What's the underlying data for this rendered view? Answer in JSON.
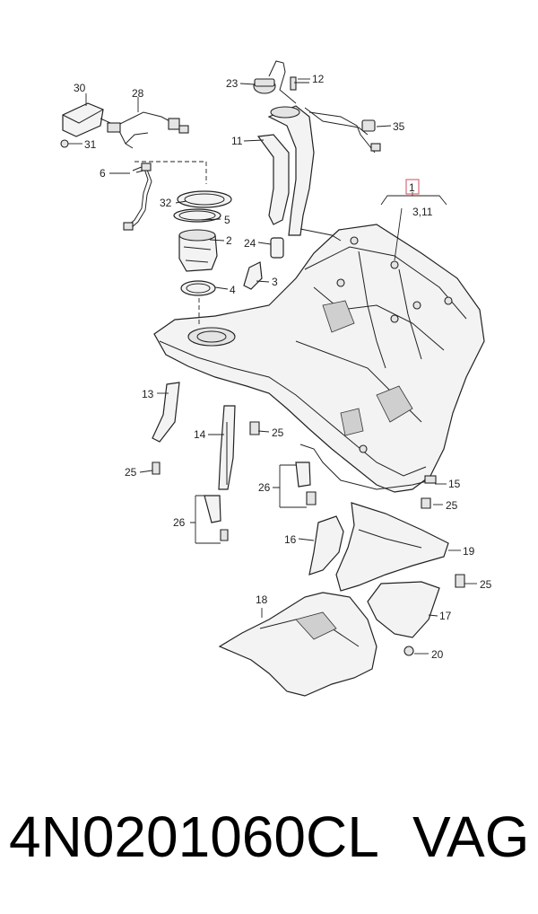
{
  "callouts": {
    "c1": "1",
    "c2": "2",
    "c3": "3",
    "c3_11": "3,11",
    "c4": "4",
    "c5": "5",
    "c6": "6",
    "c11": "11",
    "c12": "12",
    "c13": "13",
    "c14": "14",
    "c15": "15",
    "c16": "16",
    "c17": "17",
    "c18": "18",
    "c19": "19",
    "c20": "20",
    "c23": "23",
    "c24": "24",
    "c25a": "25",
    "c25b": "25",
    "c25c": "25",
    "c25d": "25",
    "c26a": "26",
    "c26b": "26",
    "c28": "28",
    "c30": "30",
    "c31": "31",
    "c32": "32",
    "c35": "35"
  },
  "footer": {
    "part_number": "4N0201060CL",
    "brand": "VAG"
  },
  "colors": {
    "highlight_box": "#d86a7a",
    "line": "#222222"
  }
}
